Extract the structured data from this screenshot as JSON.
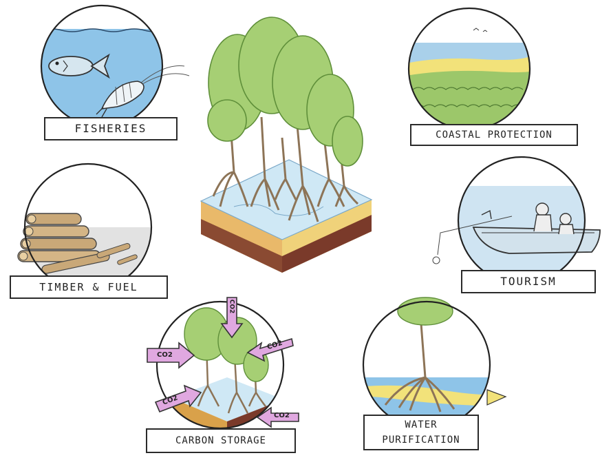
{
  "labels": {
    "fisheries": "FISHERIES",
    "coastal": "COASTAL PROTECTION",
    "timber": "TIMBER & FUEL",
    "tourism": "TOURISM",
    "carbon": "CARBON STORAGE",
    "water_line1": "WATER",
    "water_line2": "PURIFICATION"
  },
  "co2_arrows": [
    "CO2",
    "CO2",
    "CO2",
    "CO2",
    "CO2"
  ],
  "colors": {
    "water": "#8ec4e8",
    "foliage": "#9cc76a",
    "trunk": "#b49a7a",
    "soil_top": "#f0d27a",
    "soil_mid": "#d9a14a",
    "soil_bottom": "#7a3a2a",
    "co2_arrow": "#e0a8e0",
    "sand": "#f2e27a"
  }
}
